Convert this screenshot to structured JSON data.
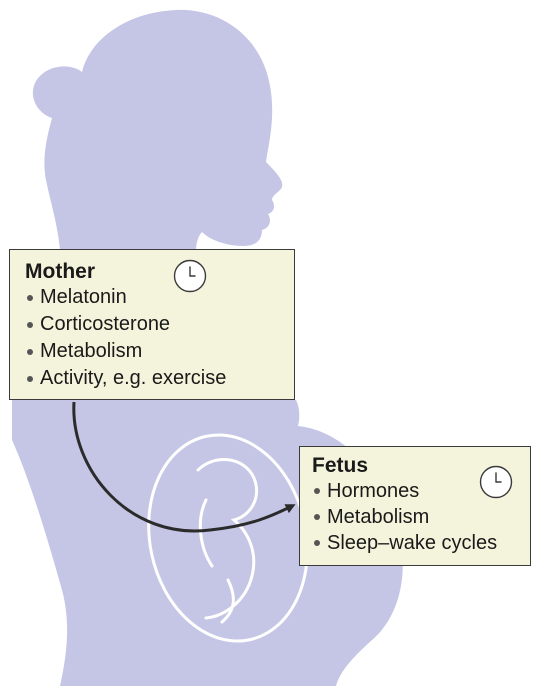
{
  "mother": {
    "title": "Mother",
    "items": [
      "Melatonin",
      "Corticosterone",
      "Metabolism",
      "Activity, e.g. exercise"
    ],
    "icon": "clock-icon"
  },
  "fetus": {
    "title": "Fetus",
    "items": [
      "Hormones",
      "Metabolism",
      "Sleep–wake cycles"
    ],
    "icon": "clock-icon"
  },
  "colors": {
    "silhouette": "#c5c6e6",
    "box_fill": "#f4f4dc",
    "box_border": "#3a3a3a",
    "arrow": "#2b2b2b"
  }
}
